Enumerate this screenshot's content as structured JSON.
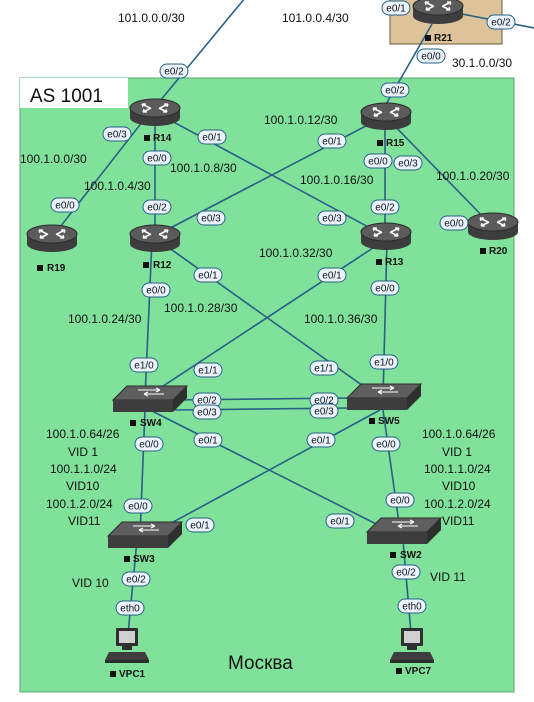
{
  "area": {
    "as_label": "AS 1001",
    "city_label": "Москва"
  },
  "networks": {
    "n_top1": "101.0.0.0/30",
    "n_top2": "101.0.0.4/30",
    "n_r15_up": "30.1.0.0/30",
    "n_14_19": "100.1.0.0/30",
    "n_14_12": "100.1.0.4/30",
    "n_14_13": "100.1.0.8/30",
    "n_15_12": "100.1.0.12/30",
    "n_15_13": "100.1.0.16/30",
    "n_15_20": "100.1.0.20/30",
    "n_12_sw4": "100.1.0.24/30",
    "n_12_sw5": "100.1.0.28/30",
    "n_13_sw4": "100.1.0.32/30",
    "n_13_sw5": "100.1.0.36/30"
  },
  "vlan_left": [
    "100.1.0.64/26",
    "VID 1",
    "100.1.1.0/24",
    "VID10",
    "100.1.2.0/24",
    "VID11"
  ],
  "vlan_right": [
    "100.1.0.64/26",
    "VID 1",
    "100.1.1.0/24",
    "VID10",
    "100.1.2.0/24",
    "VID11"
  ],
  "vid_left": "VID 10",
  "vid_right": "VID 11",
  "nodes": {
    "R21": "R21",
    "R14": "R14",
    "R15": "R15",
    "R12": "R12",
    "R13": "R13",
    "R19": "R19",
    "R20": "R20",
    "SW4": "SW4",
    "SW5": "SW5",
    "SW3": "SW3",
    "SW2": "SW2",
    "VPC1": "VPC1",
    "VPC7": "VPC7"
  },
  "ifaces": {
    "r21_e01": "e0/1",
    "r21_e02": "e0/2",
    "r21_e00": "e0/0",
    "r14_e02": "e0/2",
    "r14_e03": "e0/3",
    "r14_e01": "e0/1",
    "r14_e00": "e0/0",
    "r15_e02": "e0/2",
    "r15_e01": "e0/1",
    "r15_e00": "e0/0",
    "r15_e03": "e0/3",
    "r19_e00": "e0/0",
    "r12_e02": "e0/2",
    "r12_e03": "e0/3",
    "r12_e01": "e0/1",
    "r12_e00": "e0/0",
    "r13_e03": "e0/3",
    "r13_e02": "e0/2",
    "r13_e01": "e0/1",
    "r13_e00": "e0/0",
    "r20_e00": "e0/0",
    "sw4_e10": "e1/0",
    "sw4_e11": "e1/1",
    "sw4_e02": "e0/2",
    "sw4_e03": "e0/3",
    "sw4_e00": "e0/0",
    "sw4_e01": "e0/1",
    "sw5_e10": "e1/0",
    "sw5_e11": "e1/1",
    "sw5_e02": "e0/2",
    "sw5_e03": "e0/3",
    "sw5_e00": "e0/0",
    "sw5_e01": "e0/1",
    "sw3_e00": "e0/0",
    "sw3_e01": "e0/1",
    "sw3_e02": "e0/2",
    "sw2_e00": "e0/0",
    "sw2_e01": "e0/1",
    "sw2_e02": "e0/2",
    "vpc1_eth0": "eth0",
    "vpc7_eth0": "eth0"
  },
  "colors": {
    "area_fill": "#7fe19a",
    "r21_box": "#dcc39a",
    "link": "#2a5f86",
    "device": "#3d3d3d"
  }
}
